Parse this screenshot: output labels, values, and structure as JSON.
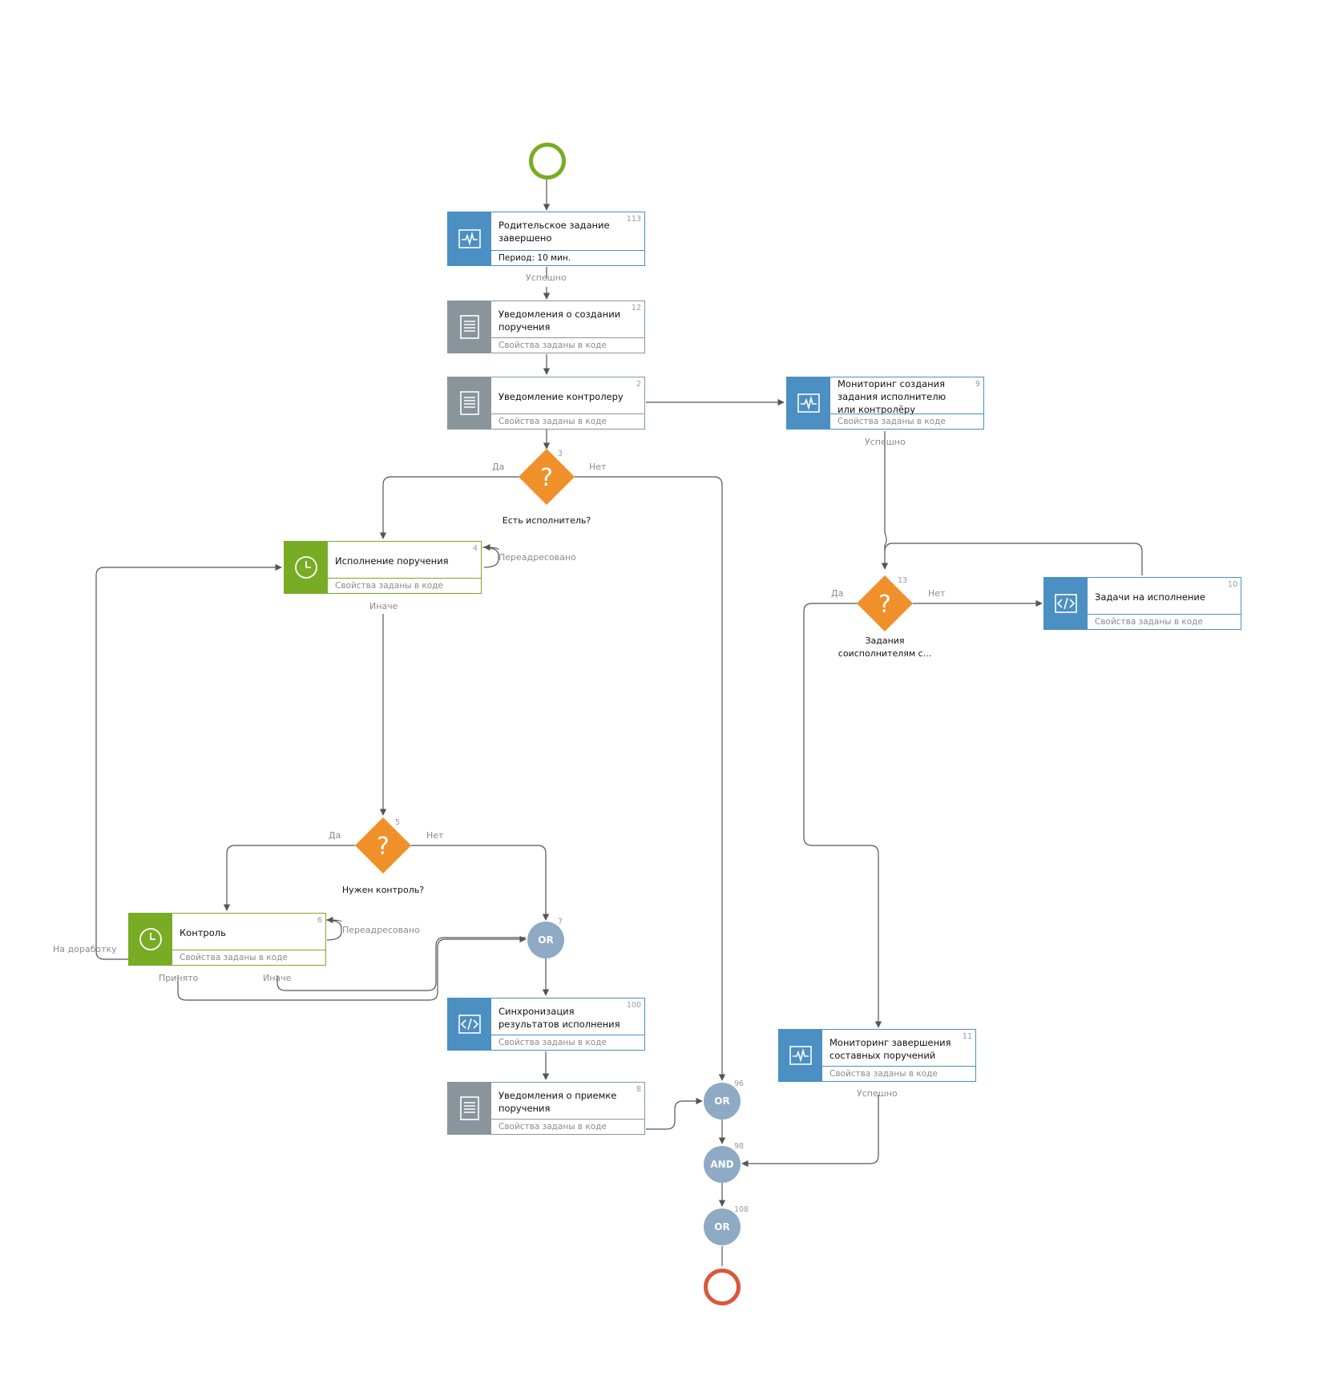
{
  "colors": {
    "blue": "#4b8fc3",
    "grey": "#8a949b",
    "green": "#78ac24",
    "orange": "#f0902a",
    "gate": "#8eaac4",
    "start": "#78ac24",
    "end": "#d9573a"
  },
  "blocks": {
    "b113": {
      "title": "Родительское задание завершено",
      "props": "Период: 10 мин.",
      "num": "113",
      "icon": "pulse-icon"
    },
    "b12": {
      "title": "Уведомления о создании поручения",
      "props": "Свойства заданы в коде",
      "num": "12",
      "icon": "document-icon"
    },
    "b2": {
      "title": "Уведомление контролеру",
      "props": "Свойства заданы в коде",
      "num": "2",
      "icon": "document-icon"
    },
    "b9": {
      "title": "Мониторинг создания задания исполнителю или контролёру",
      "props": "Свойства заданы в коде",
      "num": "9",
      "icon": "pulse-icon"
    },
    "b4": {
      "title": "Исполнение поручения",
      "props": "Свойства заданы в коде",
      "num": "4",
      "icon": "clock-icon"
    },
    "b10": {
      "title": "Задачи на исполнение",
      "props": "Свойства заданы в коде",
      "num": "10",
      "icon": "code-icon"
    },
    "b6": {
      "title": "Контроль",
      "props": "Свойства заданы в коде",
      "num": "6",
      "icon": "clock-icon"
    },
    "b100": {
      "title": "Синхронизация результатов исполнения",
      "props": "Свойства заданы в коде",
      "num": "100",
      "icon": "code-icon"
    },
    "b8": {
      "title": "Уведомления о приемке поручения",
      "props": "Свойства заданы в коде",
      "num": "8",
      "icon": "document-icon"
    },
    "b11": {
      "title": "Мониторинг завершения составных поручений",
      "props": "Свойства заданы в коде",
      "num": "11",
      "icon": "pulse-icon"
    }
  },
  "decisions": {
    "d3": {
      "label": "Есть исполнитель?",
      "num": "3",
      "yes": "Да",
      "no": "Нет"
    },
    "d13": {
      "label": "Задания соисполнителям с...",
      "num": "13",
      "yes": "Да",
      "no": "Нет"
    },
    "d5": {
      "label": "Нужен контроль?",
      "num": "5",
      "yes": "Да",
      "no": "Нет"
    }
  },
  "gates": {
    "g7": {
      "text": "OR",
      "num": "7"
    },
    "g96": {
      "text": "OR",
      "num": "96"
    },
    "g98": {
      "text": "AND",
      "num": "98"
    },
    "g108": {
      "text": "OR",
      "num": "108"
    }
  },
  "edge_labels": {
    "success1": "Успешно",
    "success9": "Успешно",
    "success11": "Успешно",
    "redirect4": "Переадресовано",
    "else4": "Иначе",
    "redirect6": "Переадресовано",
    "rework": "На доработку",
    "accepted": "Принято",
    "else6": "Иначе"
  }
}
